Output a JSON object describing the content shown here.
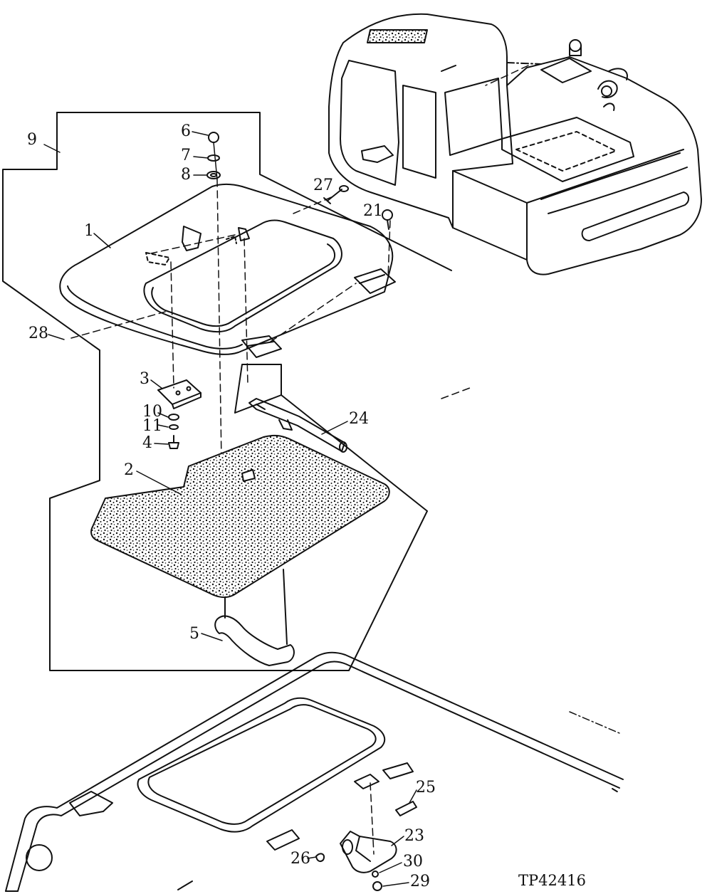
{
  "figure_id": "TP42416",
  "callouts": [
    {
      "id": "c9",
      "label": "9"
    },
    {
      "id": "c6",
      "label": "6"
    },
    {
      "id": "c7",
      "label": "7"
    },
    {
      "id": "c8",
      "label": "8"
    },
    {
      "id": "c27",
      "label": "27"
    },
    {
      "id": "c21",
      "label": "21"
    },
    {
      "id": "c1",
      "label": "1"
    },
    {
      "id": "c28",
      "label": "28"
    },
    {
      "id": "c3",
      "label": "3"
    },
    {
      "id": "c10",
      "label": "10"
    },
    {
      "id": "c11",
      "label": "11"
    },
    {
      "id": "c4",
      "label": "4"
    },
    {
      "id": "c24",
      "label": "24"
    },
    {
      "id": "c2",
      "label": "2"
    },
    {
      "id": "c5",
      "label": "5"
    },
    {
      "id": "c25",
      "label": "25"
    },
    {
      "id": "c23",
      "label": "23"
    },
    {
      "id": "c26",
      "label": "26"
    },
    {
      "id": "c30",
      "label": "30"
    },
    {
      "id": "c29",
      "label": "29"
    }
  ],
  "colors": {
    "ink": "#111111",
    "paper": "#ffffff"
  }
}
